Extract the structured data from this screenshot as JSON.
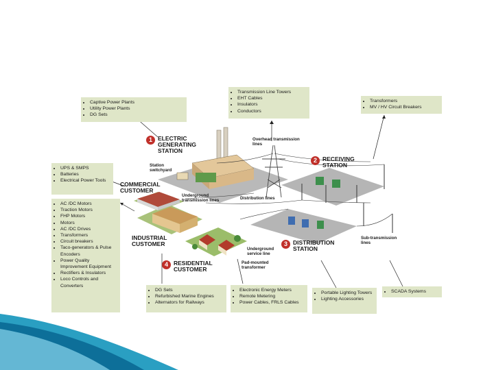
{
  "boxes": {
    "generation_equipment": [
      "Captive Power Plants",
      "Utility Power Plants",
      "DG Sets"
    ],
    "transmission_equipment": [
      "Transmission Line Towers",
      "EHT Cables",
      "Insulators",
      "Conductors"
    ],
    "receiving_equipment": [
      "Transformers",
      "MV / HV Circuit Breakers"
    ],
    "commercial_equipment": [
      "UPS & SMPS",
      "Batteries",
      "Electrical Power Tools"
    ],
    "industrial_equipment": [
      "AC /DC Motors",
      "Traction Motors",
      "FHP Motors",
      "Motors",
      "AC /DC Drives",
      "Transformers",
      "Circuit breakers",
      "Taco-generators & Pulse Encoders",
      "Power Quality Improvement Equipment",
      "Rectifiers & Insulators",
      "Loco Controls and Converters"
    ],
    "residential_equipment": [
      "DG Sets",
      "Refurbished Marine Engines",
      "Alternators for Railways"
    ],
    "metering_equipment": [
      "Electronic Energy Meters",
      "Remote Metering",
      "Power Cables, FRLS Cables"
    ],
    "lighting_equipment": [
      "Portable Lighting Towers",
      "Lighting Accessories"
    ],
    "scada_equipment": [
      "SCADA Systems"
    ]
  },
  "stages": {
    "s1": {
      "num": "1",
      "label": "ELECTRIC GENERATING STATION"
    },
    "s2": {
      "num": "2",
      "label": "RECEIVING STATION"
    },
    "s3": {
      "num": "3",
      "label": "DISTRIBUTION STATION"
    },
    "s4": {
      "num": "4",
      "label": "RESIDENTIAL CUSTOMER"
    }
  },
  "customers": {
    "commercial": "COMMERCIAL CUSTOMER",
    "industrial": "INDUSTRIAL CUSTOMER"
  },
  "callouts": {
    "station_switchyard": "Station switchyard",
    "overhead_lines": "Overhead transmission lines",
    "underground_lines": "Underground transmission lines",
    "distribution_lines": "Distribution lines",
    "sub_transmission": "Sub-transmission lines",
    "underground_service": "Underground service line",
    "pad_transformer": "Pad-mounted transformer"
  }
}
